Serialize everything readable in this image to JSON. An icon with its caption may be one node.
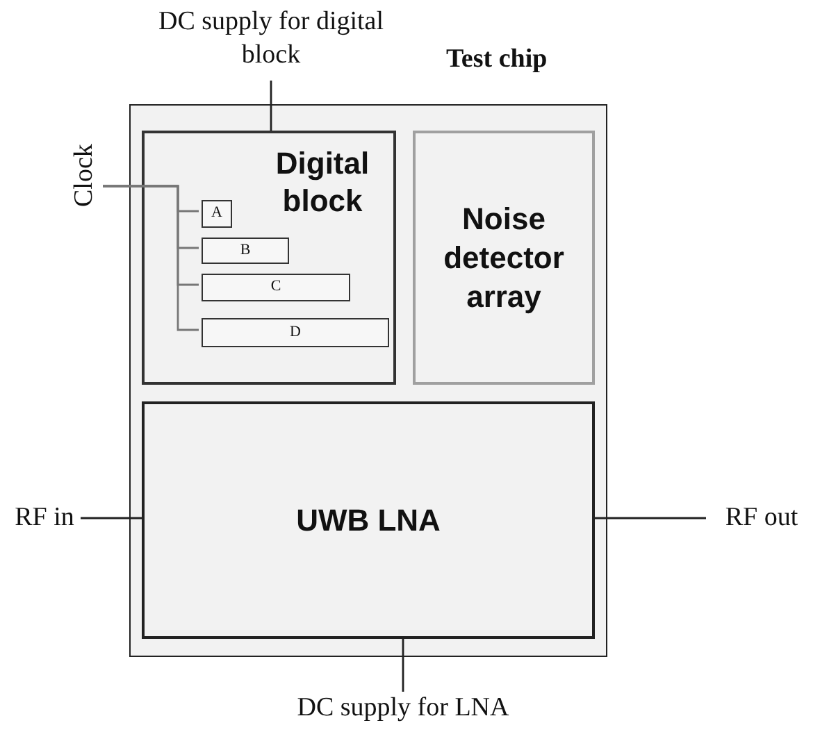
{
  "diagram": {
    "nodes": [
      {
        "text": [
          "Test chip"
        ]
      },
      {
        "text": [
          "Digital block"
        ],
        "in": 0
      },
      {
        "text": [
          "A"
        ],
        "in": 1
      },
      {
        "text": [
          "B"
        ],
        "in": 1
      },
      {
        "text": [
          "C"
        ],
        "in": 1
      },
      {
        "text": [
          "D"
        ],
        "in": 1
      },
      {
        "text": [
          "Noise detector array"
        ],
        "in": 0
      },
      {
        "text": [
          "UWB LNA"
        ],
        "in": 0
      },
      {
        "text": [
          "DC supply for digital block"
        ]
      },
      {
        "text": [
          "Clock"
        ]
      },
      {
        "text": [
          "RF in"
        ]
      },
      {
        "text": [
          "RF out"
        ]
      },
      {
        "text": [
          "DC supply for LNA"
        ]
      }
    ],
    "edges": [
      {
        "from": 8,
        "to": 1,
        "arrow": "none"
      },
      {
        "from": 9,
        "to": 2,
        "arrow": "none",
        "color": "#777777"
      },
      {
        "from": 9,
        "to": 3,
        "arrow": "none",
        "color": "#777777"
      },
      {
        "from": 9,
        "to": 4,
        "arrow": "none",
        "color": "#777777"
      },
      {
        "from": 9,
        "to": 5,
        "arrow": "none",
        "color": "#777777"
      },
      {
        "from": 10,
        "to": 7,
        "arrow": "none"
      },
      {
        "from": 7,
        "to": 11,
        "arrow": "none"
      },
      {
        "from": 12,
        "to": 7,
        "arrow": "none"
      }
    ]
  }
}
